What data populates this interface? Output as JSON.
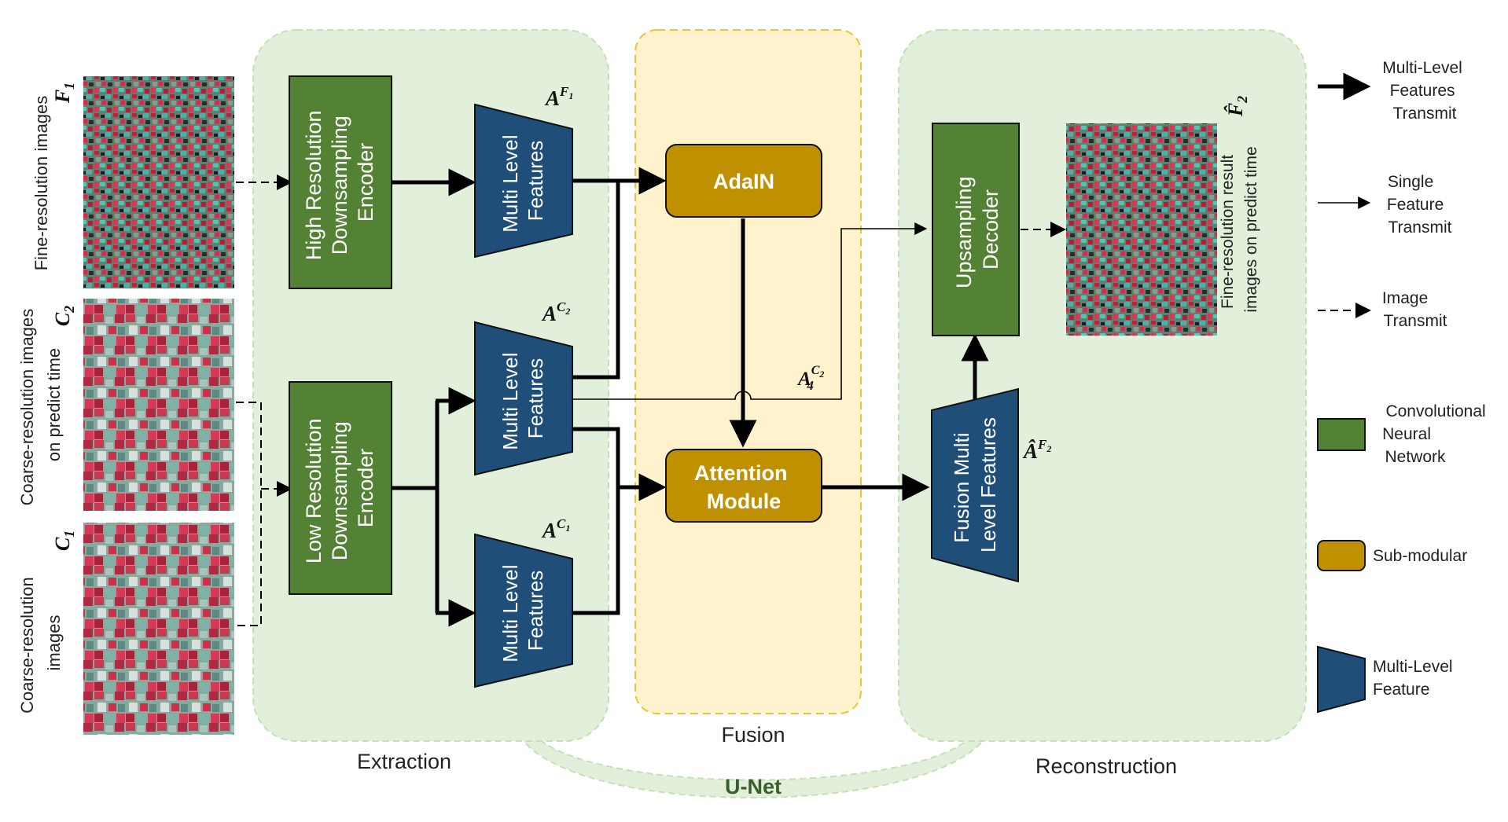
{
  "input_labels": {
    "f1_text": "Fine-resolution images",
    "f1_symbol": "F",
    "f1_sub": "1",
    "c2_text_line1": "Coarse-resolution images",
    "c2_text_line2": "on predict time",
    "c2_symbol": "C",
    "c2_sub": "2",
    "c1_text_line1": "Coarse-resolution",
    "c1_text_line2": "images",
    "c1_symbol": "C",
    "c1_sub": "1"
  },
  "encoders": {
    "high_line1": "High Resolution",
    "high_line2": "Downsampling",
    "high_line3": "Encoder",
    "low_line1": "Low Resolution",
    "low_line2": "Downsampling",
    "low_line3": "Encoder"
  },
  "features": {
    "line1": "Multi Level",
    "line2": "Features",
    "af1_base": "A",
    "af1_sup": "F",
    "af1_subsup": "1",
    "ac2_base": "A",
    "ac2_sup": "C",
    "ac2_subsup": "2",
    "ac1_base": "A",
    "ac1_sup": "C",
    "ac1_subsup": "1",
    "a4_base": "A",
    "a4_sub": "4",
    "a4_sup": "C",
    "a4_subsup": "2"
  },
  "fusion": {
    "adain": "AdaIN",
    "attention_line1": "Attention",
    "attention_line2": "Module"
  },
  "reconstruction": {
    "fusion_line1": "Fusion Multi",
    "fusion_line2": "Level Features",
    "hat_a_base": "Â",
    "hat_a_sup": "F",
    "hat_a_subsup": "2",
    "decoder_line1": "Upsampling",
    "decoder_line2": "Decoder",
    "output_line1": "Fine-resolution result",
    "output_line2": "images on predict time",
    "output_symbol": "F̂",
    "output_sub": "2"
  },
  "section_labels": {
    "extraction": "Extraction",
    "fusion": "Fusion",
    "reconstruction": "Reconstruction",
    "unet": "U-Net"
  },
  "legend": {
    "multi_line1": "Multi-Level",
    "multi_line2": "Features",
    "multi_line3": "Transmit",
    "single_line1": "Single",
    "single_line2": "Feature",
    "single_line3": "Transmit",
    "image_line1": "Image",
    "image_line2": "Transmit",
    "cnn_line1": "Convolutional",
    "cnn_line2": "Neural",
    "cnn_line3": "Network",
    "submodular": "Sub-modular",
    "mlf_line1": "Multi-Level",
    "mlf_line2": "Feature"
  },
  "colors": {
    "cnn_green": "#548235",
    "submodule_gold": "#BF9000",
    "feature_blue": "#1F4E79",
    "section_green_bg": "#E2EFDA",
    "fusion_yellow_bg": "#FFF2CC",
    "unet_text": "#3A5F2A"
  }
}
